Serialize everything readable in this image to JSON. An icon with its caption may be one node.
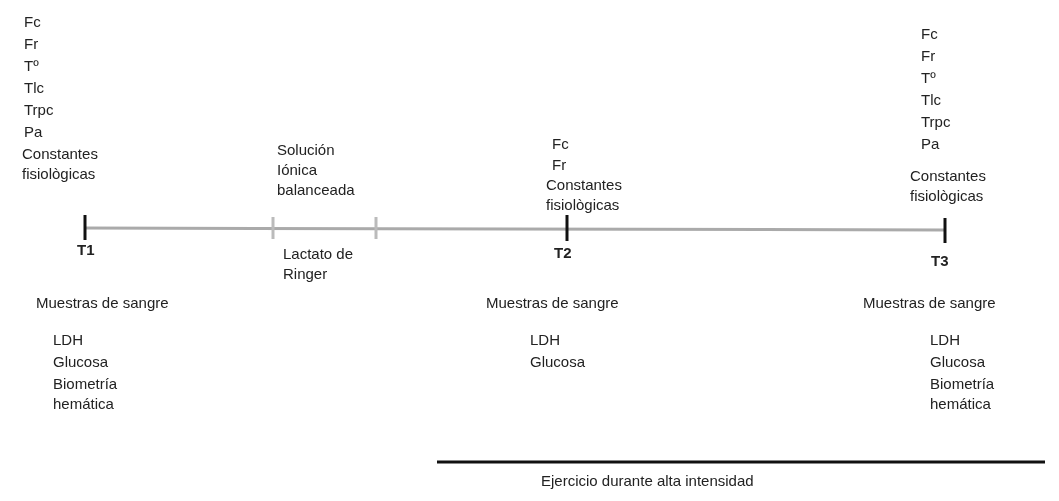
{
  "diagram": {
    "labels": [
      "Fc",
      "Fr",
      "Tº",
      "Tlc",
      "Trpc",
      "Pa",
      "Constantes fisiològicas",
      "Solución Iónica balanceada",
      "Fc",
      "Fr",
      "Constantes fisiològicas",
      "Fc",
      "Fr",
      "Tº",
      "Tlc",
      "Trpc",
      "Pa",
      "Constantes fisiològicas",
      "T1",
      "Lactato de Ringer",
      "T2",
      "T3",
      "Muestras de sangre",
      "Muestras de sangre",
      "Muestras de sangre",
      "LDH",
      "Glucosa",
      "Biometría hemática",
      "LDH",
      "Glucosa",
      "LDH",
      "Glucosa",
      "Biometría hemática",
      "Ejercicio durante alta intensidad"
    ]
  }
}
